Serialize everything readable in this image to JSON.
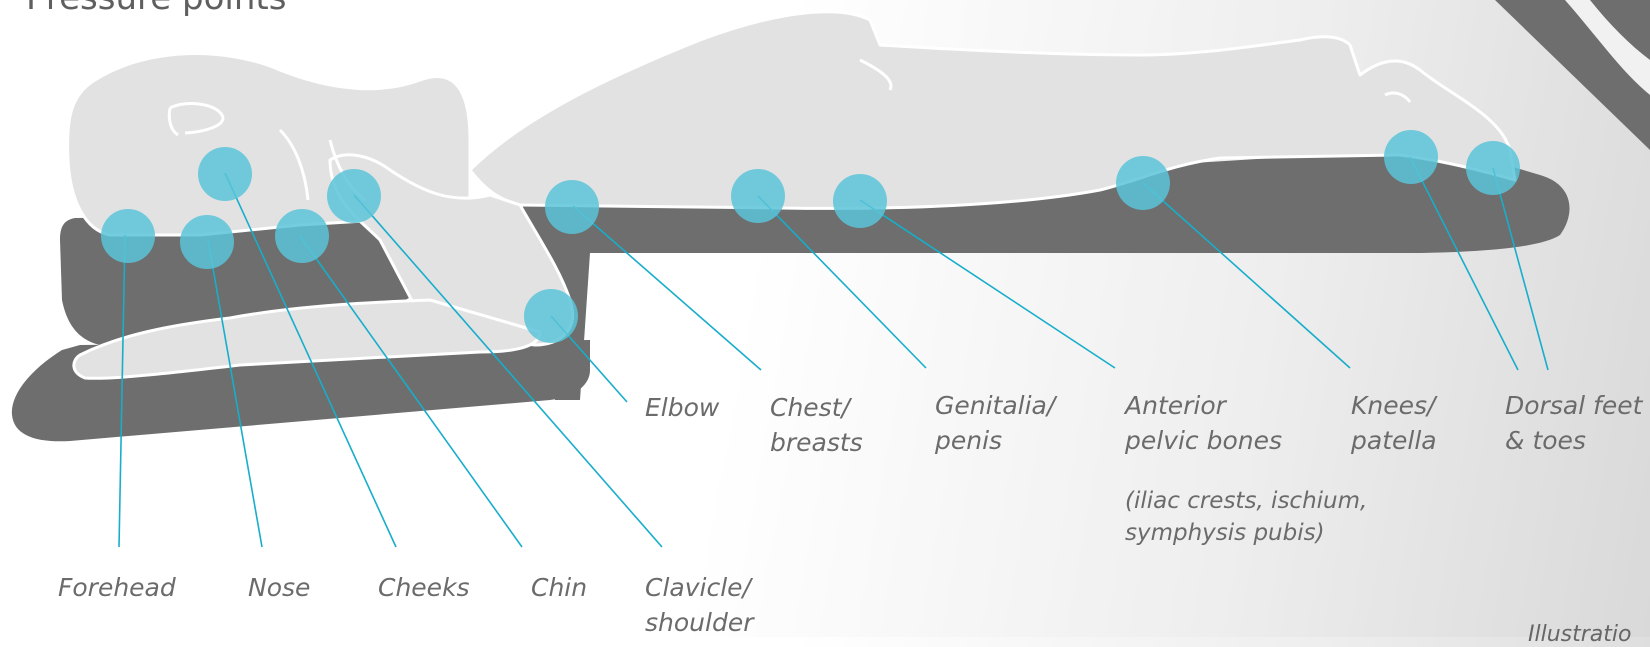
{
  "title": "Pressure points",
  "colors": {
    "body": "#e2e2e2",
    "support": "#6d6e6d",
    "marker": "#5ac4d8",
    "line": "#18aecb",
    "text": "#6b6b6b"
  },
  "labels": {
    "forehead": "Forehead",
    "nose": "Nose",
    "cheeks": "Cheeks",
    "chin": "Chin",
    "clavicle": "Clavicle/\nshoulder",
    "elbow": "Elbow",
    "chest": "Chest/\nbreasts",
    "genitalia": "Genitalia/\npenis",
    "pelvic": "Anterior\npelvic bones",
    "pelvic_note": "(iliac crests, ischium,\nsymphysis pubis)",
    "knees": "Knees/\npatella",
    "feet": "Dorsal feet\n& toes"
  },
  "credit": "Illustratio"
}
